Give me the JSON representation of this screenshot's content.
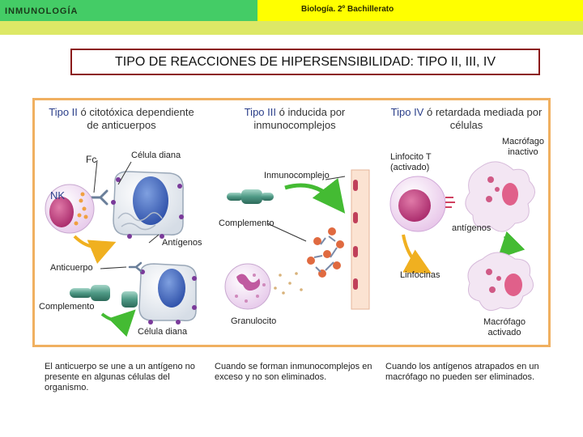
{
  "header": {
    "subject": "INMUNOLOGÍA",
    "course": "Biología. 2º Bachillerato"
  },
  "title": "TIPO DE REACCIONES DE HIPERSENSIBILIDAD: TIPO II, III, IV",
  "columns": {
    "type2": {
      "name": "Tipo II",
      "rest": " ó citotóxica dependiente de anticuerpos",
      "labels": {
        "fc": "Fc",
        "target_cell_top": "Célula diana",
        "nk": "NK",
        "antigens": "Antígenos",
        "antibody": "Anticuerpo",
        "complement": "Complemento",
        "target_cell_bottom": "Célula diana"
      },
      "note": "El anticuerpo se une a un antígeno no presente en algunas células del organismo."
    },
    "type3": {
      "name": "Tipo III",
      "rest": " ó inducida por inmunocomplejos",
      "labels": {
        "immunocomplex": "Inmunocomplejo",
        "complement": "Complemento",
        "granulocyte": "Granulocito"
      },
      "note": "Cuando se forman inmunocomplejos en exceso y no son eliminados."
    },
    "type4": {
      "name": "Tipo IV",
      "rest": " ó retardada mediada por células",
      "labels": {
        "lymphocyte": "Linfocito T (activado)",
        "macrophage_inactive": "Macrófago inactivo",
        "antigens": "antígenos",
        "lymphokines": "Linfocinas",
        "macrophage_active": "Macrófago activado"
      },
      "note": "Cuando los antígenos atrapados en un macrófago no pueden ser eliminados."
    }
  },
  "colors": {
    "header_green": "#44cc66",
    "header_yellow": "#ffff00",
    "header_strip": "#dde866",
    "title_border": "#8b1a1a",
    "frame_border": "#f0b060",
    "type_name": "#2b3f8a",
    "arrow_green": "#44bb33"
  }
}
